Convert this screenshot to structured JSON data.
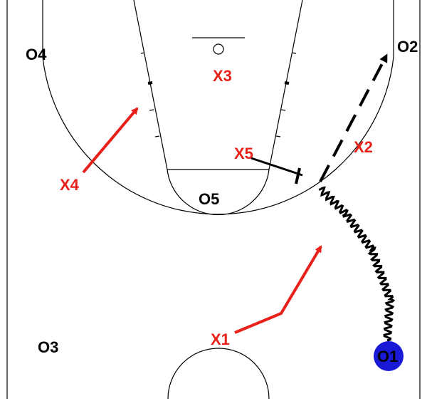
{
  "colors": {
    "offense_text": "#000000",
    "defense_text": "#e8201a",
    "ball_handler_fill": "#1a1ad6",
    "court_line": "#000000",
    "defense_arrow": "#e8201a",
    "action_line": "#000000"
  },
  "players": {
    "offense": {
      "o1": "O1",
      "o2": "O2",
      "o3": "O3",
      "o4": "O4",
      "o5": "O5"
    },
    "defense": {
      "x1": "X1",
      "x2": "X2",
      "x3": "X3",
      "x4": "X4",
      "x5": "X5"
    }
  },
  "actions": {
    "dribble": "dribble-path",
    "pass": "pass-dashed",
    "screen": "screen-line",
    "defender_moves": "cut-arrows"
  }
}
